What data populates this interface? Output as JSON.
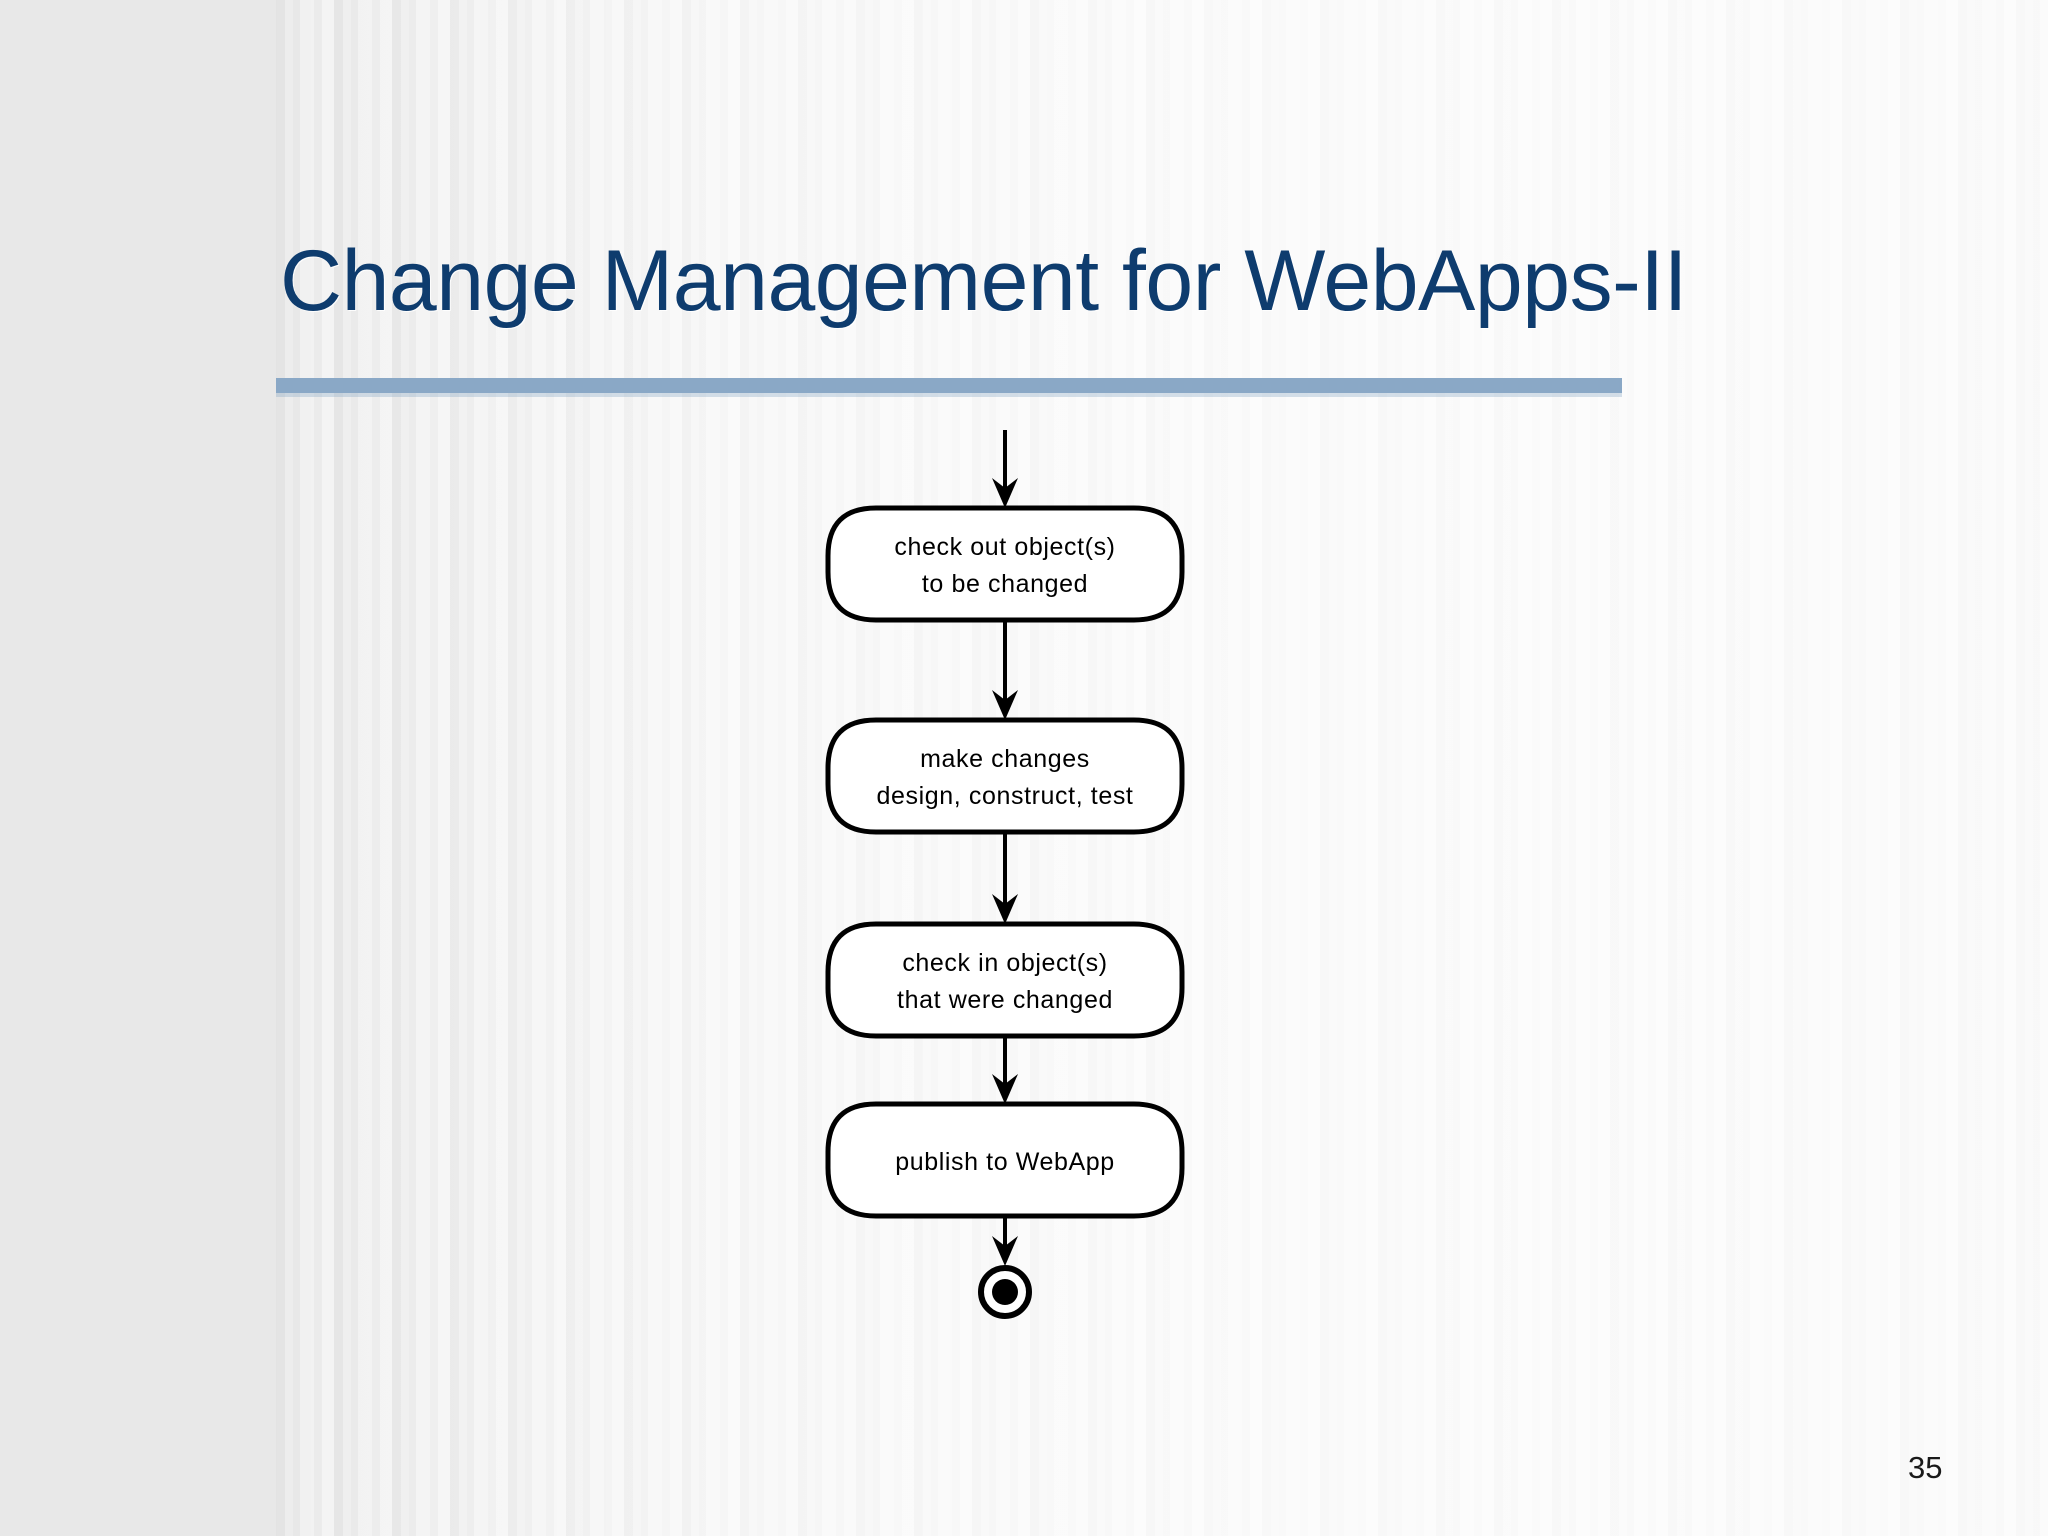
{
  "slide": {
    "title": "Change Management for WebApps-II",
    "page_number": "35",
    "accent_color": "#0e3c6e",
    "rule_color": "#8aa8c6",
    "background_color": "#e9e9e9"
  },
  "diagram": {
    "type": "uml-activity-diagram",
    "orientation": "vertical",
    "entry_arrow": true,
    "nodes": [
      {
        "id": "check-out",
        "shape": "rounded-rectangle",
        "line1": "check out object(s)",
        "line2": "to be changed"
      },
      {
        "id": "make-changes",
        "shape": "rounded-rectangle",
        "line1": "make changes",
        "line2": "design, construct, test"
      },
      {
        "id": "check-in",
        "shape": "rounded-rectangle",
        "line1": "check in object(s)",
        "line2": "that were changed"
      },
      {
        "id": "publish",
        "shape": "rounded-rectangle",
        "line1": "publish to WebApp",
        "line2": ""
      }
    ],
    "final_state": {
      "id": "final-state",
      "shape": "bullseye"
    },
    "stroke_color": "#000000",
    "fill_color": "#ffffff"
  }
}
